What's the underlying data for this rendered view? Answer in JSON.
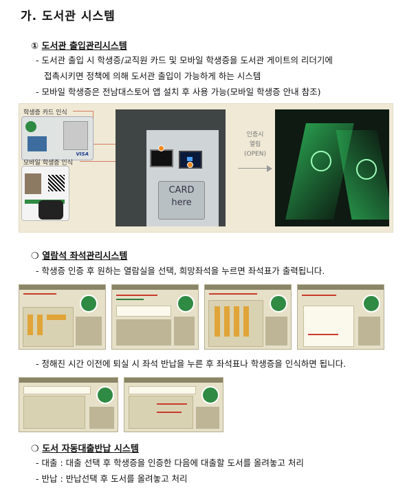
{
  "title": "가. 도서관 시스템",
  "section1": {
    "marker": "①",
    "heading": "도서관 출입관리시스템",
    "lines": [
      "- 도서관 출입 시 학생증/교직원 카드 및 모바일 학생증을 도서관 게이트의 리더기에",
      "접촉시키면 정책에 의해 도서관 출입이 가능하게 하는 시스템",
      "- 모바일 학생증은 전남대스토어 앱 설치 후 사용 가능(모바일 학생증 안내 참조)"
    ],
    "figure": {
      "student_card_label": "학생증 카드 인식",
      "mobile_card_label": "모바일 학생증 인식",
      "card_text_1": "CARD",
      "card_text_2": "here",
      "visa": "VISA",
      "arrow_lines": [
        "인증시",
        "열림",
        "(OPEN)"
      ]
    }
  },
  "section2": {
    "marker": "❍",
    "heading": "열람석 좌석관리시스템",
    "line1": "- 학생증 인증 후 원하는 열람실을 선택, 희망좌석을 누르면 좌석표가 출력됩니다.",
    "line2": "- 정해진 시간 이전에 퇴실 시 좌석 반납을 누른 후 좌석표나 학생증을 인식하면 됩니다."
  },
  "section3": {
    "marker": "❍",
    "heading": "도서 자동대출반납 시스템",
    "lines": [
      "- 대출 : 대출 선택 후 학생증을 인증한 다음에 대출할 도서를 올려놓고 처리",
      "- 반납 : 반납선택 후 도서를 올려놓고 처리"
    ]
  },
  "colors": {
    "accent": "#f08a1e",
    "leader": "#d67c62",
    "frame": "#efe9d6",
    "green_glow": "#3cff7a"
  }
}
